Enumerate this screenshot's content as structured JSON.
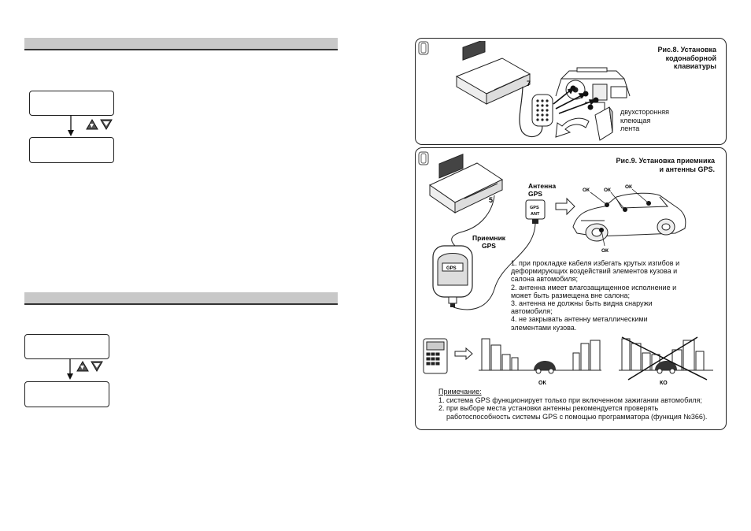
{
  "fig8": {
    "title_lines": [
      "Рис.8. Установка",
      "кодонаборной",
      "клавиатуры"
    ],
    "connector": "7",
    "tape_lines": [
      "двухсторонняя",
      "клеющая",
      "лента"
    ]
  },
  "fig9": {
    "title_lines": [
      "Рис.9. Установка приемника",
      "и антенны GPS."
    ],
    "connector": "5",
    "antenna_label": [
      "Антенна",
      "GPS"
    ],
    "antenna_box": [
      "GPS",
      "ANT"
    ],
    "receiver_label": [
      "Приемник",
      "GPS"
    ],
    "receiver_tag": "GPS",
    "ok": "ОК",
    "ko": "КО",
    "notes": [
      "1. при прокладке кабеля избегать крутых изгибов и",
      "деформирующих воздействий элементов кузова и",
      " салона автомобиля;",
      "2. антенна имеет влагозащищенное исполнение и",
      " может быть размещена вне салона;",
      "3. антенна не должны быть видна снаружи",
      "автомобиля;",
      "4. не закрывать антенну металлическими",
      "элементами кузова."
    ],
    "remark_title": "Примечание:",
    "remarks": [
      "1. система GPS функционирует только при включенном зажигании автомобиля;",
      "2. при выборе места установки антенны рекомендуется проверять",
      "работоспособность системы GPS с помощью программатора (функция №366)."
    ]
  }
}
